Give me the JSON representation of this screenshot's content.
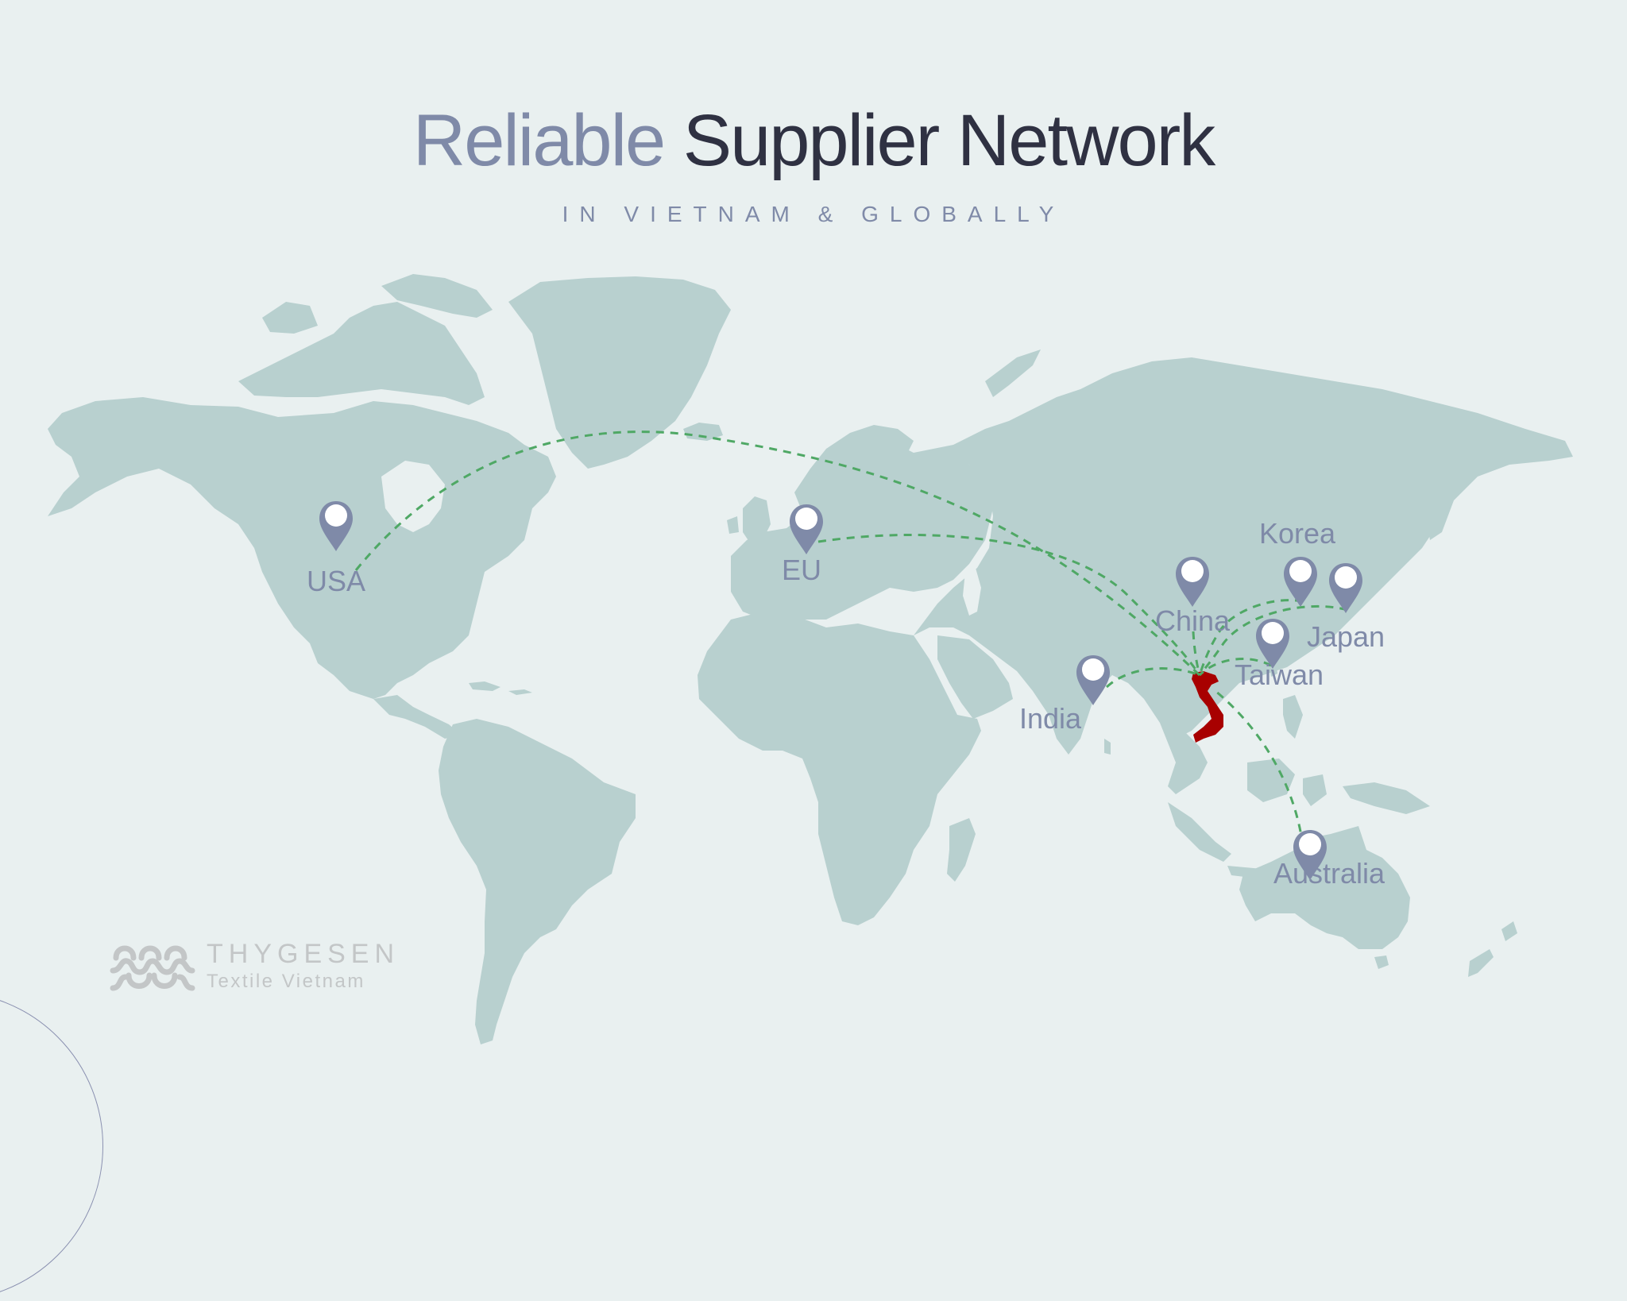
{
  "header": {
    "title_part1": "Reliable",
    "title_part2": "Supplier Network",
    "subtitle": "IN VIETNAM & GLOBALLY"
  },
  "colors": {
    "background": "#e9f0f0",
    "land": "#b8d0cf",
    "title_accent": "#7f8aa8",
    "title_dark": "#2f3142",
    "pin": "#7f8aa8",
    "route": "#4fa865",
    "vietnam_highlight": "#a80000",
    "logo": "#c3c6c7"
  },
  "map": {
    "hub": "Vietnam",
    "locations": [
      {
        "id": "usa",
        "label": "USA"
      },
      {
        "id": "eu",
        "label": "EU"
      },
      {
        "id": "china",
        "label": "China"
      },
      {
        "id": "korea",
        "label": "Korea"
      },
      {
        "id": "japan",
        "label": "Japan"
      },
      {
        "id": "taiwan",
        "label": "Taiwan"
      },
      {
        "id": "india",
        "label": "India"
      },
      {
        "id": "australia",
        "label": "Australia"
      }
    ]
  },
  "logo": {
    "name": "THYGESEN",
    "tagline": "Textile Vietnam"
  }
}
